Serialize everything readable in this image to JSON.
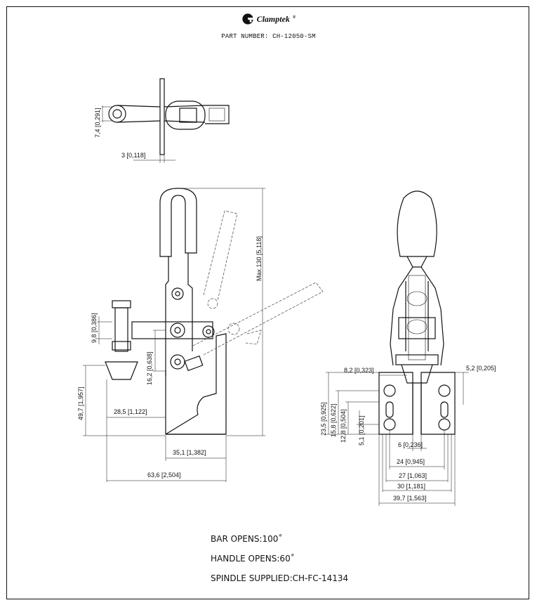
{
  "header": {
    "brand": "Clamptek",
    "part_number": "PART NUMBER: CH-12050-SM"
  },
  "dimensions": {
    "d1": "7,4 [0,291]",
    "d2": "3 [0,118]",
    "d3": "Max.130 [5,118]",
    "d4": "9,8 [0,386]",
    "d5": "16,2 [0,638]",
    "d6": "49,7 [1,957]",
    "d7": "28,5 [1,122]",
    "d8": "35,1 [1,382]",
    "d9": "63,6 [2,504]",
    "d10": "8,2 [0,323]",
    "d11": "5,2 [0,205]",
    "d12": "23,5 [0,925]",
    "d13": "15,8 [0,622]",
    "d14": "12,8 [0,504]",
    "d15": "5,1 [0,201]",
    "d16": "6 [0,236]",
    "d17": "24 [0,945]",
    "d18": "27 [1,063]",
    "d19": "30 [1,181]",
    "d20": "39,7 [1,563]"
  },
  "notes": {
    "bar_opens": "BAR OPENS:100˚",
    "handle_opens": "HANDLE OPENS:60˚",
    "spindle": "SPINDLE SUPPLIED:CH-FC-14134"
  }
}
